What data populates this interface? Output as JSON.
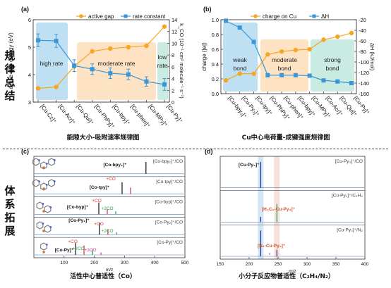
{
  "side_labels": {
    "top": "规律总结",
    "bottom": "体系拓展"
  },
  "panel_a": {
    "letter": "(a)",
    "caption": "能隙大小-吸附速率规律图",
    "left_axis_label": "active gap energy (eV)",
    "right_axis_label": "k_CO (10⁻¹ cm³ molecule⁻¹ s⁻¹)",
    "regions": [
      "high rate",
      "moderate rate",
      "low rate"
    ],
    "legend": [
      "active gap",
      "rate constant"
    ],
    "colors": {
      "gap": "#f5a623",
      "rate": "#3a96d6",
      "high_bg": "#bfe0f2",
      "mod_bg": "#fde3c4",
      "low_bg": "#c9ebe2"
    }
  },
  "panel_b": {
    "letter": "(b)",
    "caption": "Cu中心电荷量-成键强度规律图",
    "left_axis_label": "charge (|e|)",
    "right_axis_label": "ΔH (kJ/mol)",
    "regions": [
      "weak bond",
      "moderate bond",
      "strong bond"
    ],
    "legend": [
      "charge on Cu",
      "ΔH"
    ]
  },
  "panel_c": {
    "letter": "(c)",
    "caption": "活性中心普适性（Co）",
    "xlabel": "m/z",
    "spectra": [
      {
        "tag": "[Co-bpy₂]⁺/CO",
        "labels": [
          "[Co-bpy₂]⁺"
        ]
      },
      {
        "tag": "[Co-tpy]⁺/CO",
        "labels": [
          "[Co-tpy]⁺",
          "+CO"
        ]
      },
      {
        "tag": "[Co-byp]⁺/CO",
        "labels": [
          "[Co-byp]⁺",
          "+CO",
          "+2CO"
        ]
      },
      {
        "tag": "[Co-Py₂]⁺/CO",
        "labels": [
          "[Co-Py₂]⁺",
          "+CO",
          "+2CO"
        ]
      },
      {
        "tag": "[Co-Py]⁺/CO",
        "labels": [
          "[Co-Py]⁺",
          "+CO",
          "+2CO",
          "+3CO"
        ]
      }
    ]
  },
  "panel_d": {
    "letter": "(d)",
    "caption": "小分子反应物普适性（C₂H₄/N₂）",
    "xlabel": "m/z",
    "spectra": [
      {
        "tag": "[Cu-Py₃]⁺/CO",
        "labels": [
          "[Cu-Py₃]⁺"
        ]
      },
      {
        "tag": "[Cu-Py₃]⁺/C₂H₄",
        "labels": [
          "[H₄C₂-Cu-Py₃]⁺"
        ]
      },
      {
        "tag": "[Cu-Py₃]⁺/N₂",
        "labels": [
          "[N₂-Cu-Py₃]⁺",
          "*"
        ]
      }
    ]
  },
  "chart_data": [
    {
      "type": "line",
      "categories": [
        "[Cu-Cz]⁺",
        "[Cu-Acr]⁺",
        "[Cu-Qui]⁺",
        "[Cu-PhPy]⁺",
        "[Cu-bpy]⁺",
        "[Cu-phen]⁺",
        "[Cu-MPy]⁺",
        "[Cu-Py]⁺"
      ],
      "series": [
        {
          "name": "active gap",
          "axis": "left",
          "values": [
            3.5,
            3.55,
            4.3,
            4.85,
            4.95,
            5.0,
            5.05,
            5.75
          ]
        },
        {
          "name": "rate constant",
          "axis": "right",
          "values": [
            10.5,
            10.4,
            6.2,
            5.6,
            4.9,
            4.7,
            3.5,
            3.0
          ],
          "errors": [
            1.1,
            1.1,
            1.0,
            0.9,
            0.9,
            0.9,
            0.8,
            1.0
          ]
        }
      ],
      "ylim_left": [
        3,
        6
      ],
      "yticks_left": [
        3,
        4,
        5,
        6
      ],
      "ylim_right": [
        0,
        14
      ],
      "yticks_right": [
        0,
        2,
        4,
        6,
        8,
        10,
        12,
        14
      ],
      "ylabel_left": "active gap energy (eV)",
      "ylabel_right": "k_CO (10⁻¹ cm³ molecule⁻¹ s⁻¹)",
      "legend": "top-center"
    },
    {
      "type": "line",
      "categories": [
        "[Cu-bpy₂]⁺",
        "[Cu-Py₂]⁺",
        "[Cu-tpy]⁺",
        "[Cu-PhPy]⁺",
        "[Cu-phen]⁺",
        "[Cu-bpy]⁺",
        "[Cu-MPy]⁺",
        "[Cu-Acr]⁺",
        "[Cu-Qui]⁺",
        "[Cu-Py]⁺"
      ],
      "series": [
        {
          "name": "charge on Cu",
          "axis": "left",
          "values": [
            0.18,
            0.27,
            0.27,
            0.53,
            0.57,
            0.59,
            0.6,
            0.73,
            0.77,
            0.82
          ]
        },
        {
          "name": "ΔH",
          "axis": "right",
          "values": [
            -22,
            -35,
            -62,
            -125,
            -125,
            -125,
            -126,
            -135,
            -137,
            -140
          ]
        }
      ],
      "ylim_left": [
        0.0,
        1.0
      ],
      "yticks_left": [
        0.0,
        0.2,
        0.4,
        0.6,
        0.8,
        1.0
      ],
      "ylim_right": [
        -160,
        -20
      ],
      "yticks_right": [
        -160,
        -140,
        -120,
        -100,
        -80,
        -60,
        -40,
        -20
      ],
      "ylabel_left": "charge (|e|)",
      "ylabel_right": "ΔH (kJ/mol)",
      "legend": "top-right"
    },
    {
      "type": "bar",
      "title": "mass spectra, Co systems",
      "xlim": [
        0,
        500
      ],
      "xticks": [
        100,
        200,
        300,
        400,
        500
      ],
      "xlabel": "m/z",
      "traces": [
        {
          "name": "[Co-bpy₂]⁺/CO",
          "peaks": [
            [
              371,
              1.0
            ]
          ]
        },
        {
          "name": "[Co-tpy]⁺/CO",
          "peaks": [
            [
              292,
              1.0
            ],
            [
              320,
              0.55
            ]
          ]
        },
        {
          "name": "[Co-byp]⁺/CO",
          "peaks": [
            [
              215,
              1.0
            ],
            [
              243,
              0.45
            ],
            [
              271,
              0.25
            ]
          ]
        },
        {
          "name": "[Co-Py₂]⁺/CO",
          "peaks": [
            [
              217,
              1.0
            ],
            [
              245,
              0.45
            ],
            [
              273,
              0.2
            ]
          ]
        },
        {
          "name": "[Co-Py]⁺/CO",
          "peaks": [
            [
              138,
              1.0
            ],
            [
              166,
              0.8
            ],
            [
              194,
              0.45
            ],
            [
              222,
              0.2
            ]
          ]
        }
      ]
    },
    {
      "type": "bar",
      "title": "mass spectra, Cu-Py₃ with small molecules",
      "xlim": [
        150,
        400
      ],
      "xticks": [
        150,
        200,
        250,
        300,
        350,
        400
      ],
      "xlabel": "m/z",
      "traces": [
        {
          "name": "[Cu-Py₃]⁺/CO",
          "peaks": [
            [
              220,
              1.0
            ]
          ]
        },
        {
          "name": "[Cu-Py₃]⁺/C₂H₄",
          "peaks": [
            [
              220,
              0.2
            ],
            [
              248,
              0.7
            ]
          ]
        },
        {
          "name": "[Cu-Py₃]⁺/N₂",
          "peaks": [
            [
              220,
              1.0
            ],
            [
              248,
              0.25
            ]
          ]
        }
      ]
    }
  ]
}
